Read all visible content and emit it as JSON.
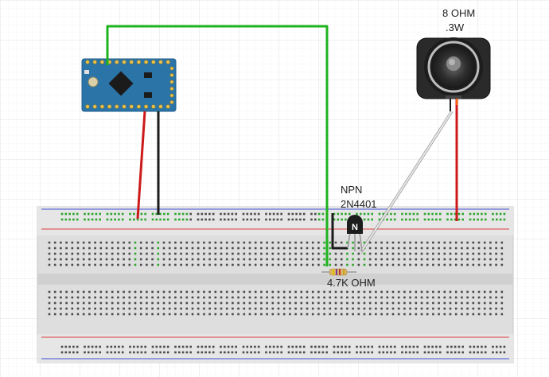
{
  "components": {
    "speaker": {
      "label_line1": "8 OHM",
      "label_line2": ".3W"
    },
    "transistor": {
      "label_line1": "NPN",
      "label_line2": "2N4401",
      "symbol": "N"
    },
    "resistor": {
      "label": "4.7K OHM"
    },
    "microcontroller": {
      "name": "Arduino Pro Mini",
      "icon": "arduino-pro-mini-board-icon"
    },
    "breadboard": {
      "icon": "breadboard-icon"
    }
  },
  "wire_colors": {
    "signal": "#1db31d",
    "power": "#cc1a1a",
    "ground": "#1a1a1a",
    "speaker_link": "#e6e6e6"
  },
  "colors": {
    "board": "#2b74a8",
    "rail_red": "#e06060",
    "rail_blue": "#5f6fd8",
    "hole_green": "#2aa52a"
  }
}
